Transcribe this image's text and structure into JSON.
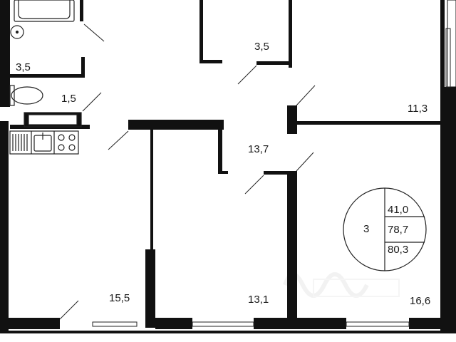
{
  "rooms": [
    {
      "id": "bath",
      "area": "3,5"
    },
    {
      "id": "top-room",
      "area": "3,5"
    },
    {
      "id": "wc",
      "area": "1,5"
    },
    {
      "id": "right-room",
      "area": "11,3"
    },
    {
      "id": "hall",
      "area": "13,7"
    },
    {
      "id": "kitchen",
      "area": "15,5"
    },
    {
      "id": "middle-room",
      "area": "13,1"
    },
    {
      "id": "bedroom",
      "area": "16,6"
    }
  ],
  "summary": {
    "rooms_count": "3",
    "living_area": "41,0",
    "total_area": "78,7",
    "area_with_balcony": "80,3"
  },
  "colors": {
    "wall": "#111111",
    "line": "#222222",
    "text": "#1a1a1a",
    "watermark": "#e8e8e8"
  }
}
